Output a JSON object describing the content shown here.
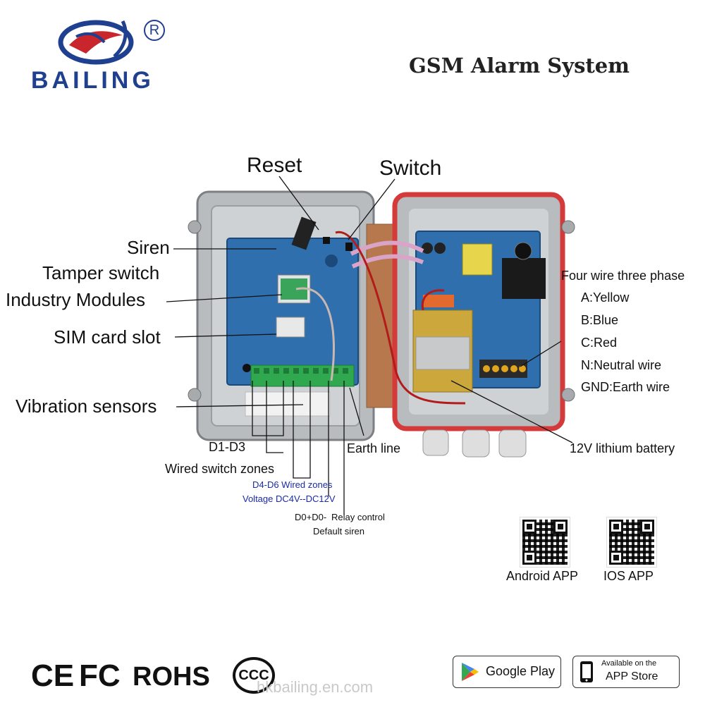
{
  "header": {
    "brand_name": "BAILING",
    "registered_mark": "R",
    "title": "GSM Alarm System"
  },
  "callouts": {
    "reset": "Reset",
    "switch": "Switch",
    "siren": "Siren",
    "tamper_switch": "Tamper switch",
    "industry_modules": "Industry Modules",
    "sim_card_slot": "SIM card slot",
    "vibration_sensors": "Vibration sensors",
    "d1_d3": "D1-D3",
    "wired_switch_zones": "Wired switch zones",
    "d4_d6": "D4-D6 Wired zones",
    "voltage": "Voltage DC4V--DC12V",
    "d0": "D0+D0-",
    "relay_control": "Relay control",
    "default_siren": "Default siren",
    "earth_line": "Earth line",
    "battery": "12V lithium battery"
  },
  "wiring": {
    "heading": "Four wire three phase",
    "items": [
      "A:Yellow",
      "B:Blue",
      "C:Red",
      "N:Neutral wire",
      "GND:Earth wire"
    ]
  },
  "apps": {
    "android_label": "Android APP",
    "ios_label": "IOS APP"
  },
  "certifications": {
    "ce": "CE",
    "fc": "FC",
    "rohs": "ROHS",
    "ccc": "CCC"
  },
  "stores": {
    "google": "Google Play",
    "apple_top": "Available on the",
    "apple_bottom": "APP Store"
  },
  "watermark": "hkbailing.en.com",
  "colors": {
    "brand_blue": "#1f3f8f",
    "brand_red": "#c8262c",
    "enclosure_seal": "#d43a3a",
    "pcb_blue": "#2f6fae",
    "terminal_green": "#2fa84f"
  }
}
